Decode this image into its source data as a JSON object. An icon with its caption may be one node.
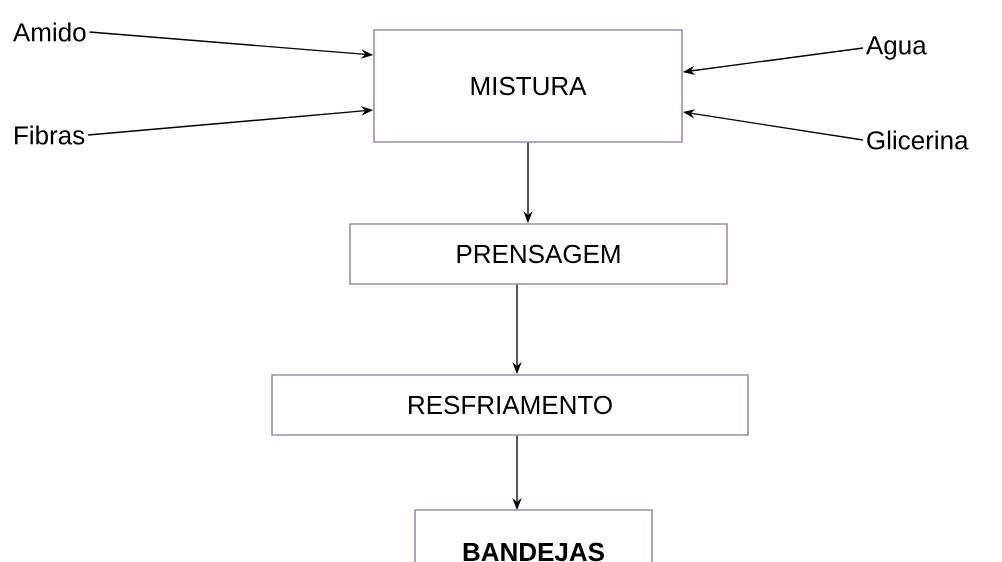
{
  "diagram": {
    "nodes": [
      {
        "text": [
          "Amido"
        ]
      },
      {
        "text": [
          "Agua"
        ]
      },
      {
        "text": [
          "MISTURA"
        ]
      },
      {
        "text": [
          "Fibras"
        ]
      },
      {
        "text": [
          "Glicerina"
        ]
      },
      {
        "text": [
          "PRENSAGEM"
        ]
      },
      {
        "text": [
          "RESFRIAMENTO"
        ]
      },
      {
        "text": [
          "BANDEJAS"
        ]
      }
    ],
    "edges": [
      {
        "from": 0,
        "to": 2,
        "arrow": "to"
      },
      {
        "from": 3,
        "to": 2,
        "arrow": "to"
      },
      {
        "from": 1,
        "to": 2,
        "arrow": "to"
      },
      {
        "from": 4,
        "to": 2,
        "arrow": "to"
      },
      {
        "from": 2,
        "to": 5,
        "arrow": "to"
      },
      {
        "from": 5,
        "to": 6,
        "arrow": "to"
      },
      {
        "from": 6,
        "to": 7,
        "arrow": "to"
      }
    ]
  }
}
